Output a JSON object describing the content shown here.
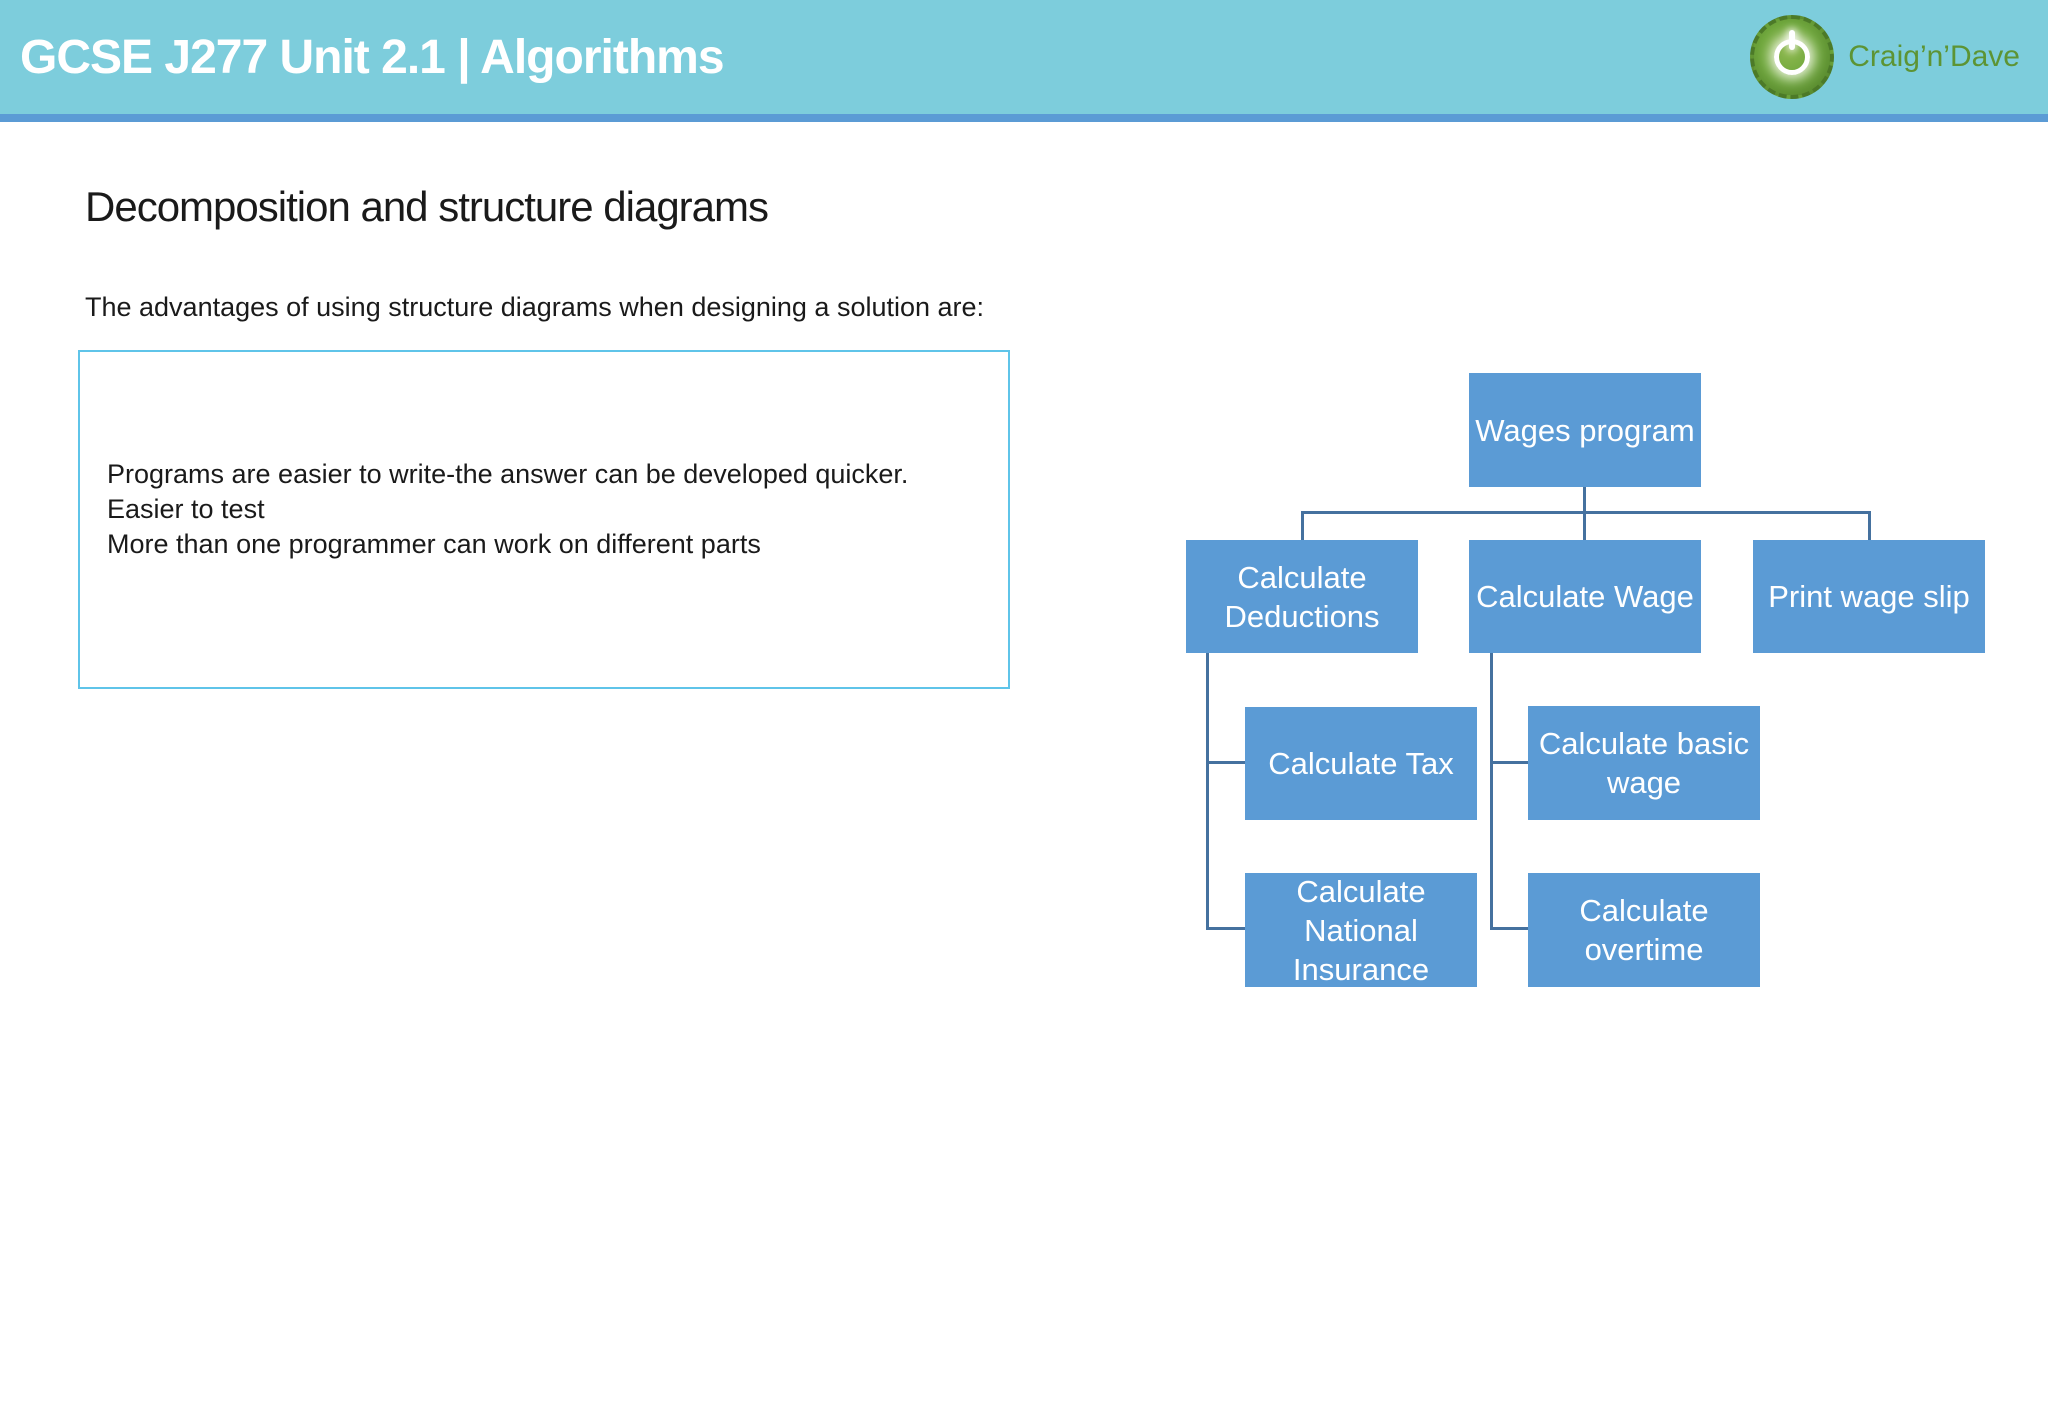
{
  "header": {
    "title": "GCSE J277 Unit 2.1 | Algorithms",
    "brand": "Craig’n’Dave"
  },
  "content": {
    "page_title": "Decomposition and structure diagrams",
    "intro": "The advantages of using structure diagrams when designing a solution are:",
    "answer_box": {
      "lines": [
        "Programs are easier to write-the answer can be developed quicker.",
        "Easier to test",
        "More than one programmer can work on different parts"
      ]
    }
  },
  "diagram": {
    "nodes": [
      {
        "id": "wages",
        "label": "Wages program"
      },
      {
        "id": "deductions",
        "label": "Calculate Deductions"
      },
      {
        "id": "wage",
        "label": "Calculate Wage"
      },
      {
        "id": "print",
        "label": "Print wage slip"
      },
      {
        "id": "tax",
        "label": "Calculate Tax"
      },
      {
        "id": "ni",
        "label": "Calculate National Insurance"
      },
      {
        "id": "basic",
        "label": "Calculate basic wage"
      },
      {
        "id": "overtime",
        "label": "Calculate overtime"
      }
    ]
  },
  "colors": {
    "header_bar": "#7DCDDC",
    "header_underline": "#5B9BD5",
    "node_fill": "#5B9BD5",
    "connector": "#45719F",
    "answer_box_border": "#5FC4E9",
    "brand_green": "#5D9434",
    "logo_green": "#6FA73C",
    "logo_green_dark": "#4C7A28",
    "text_dark": "#1A1A1A"
  }
}
